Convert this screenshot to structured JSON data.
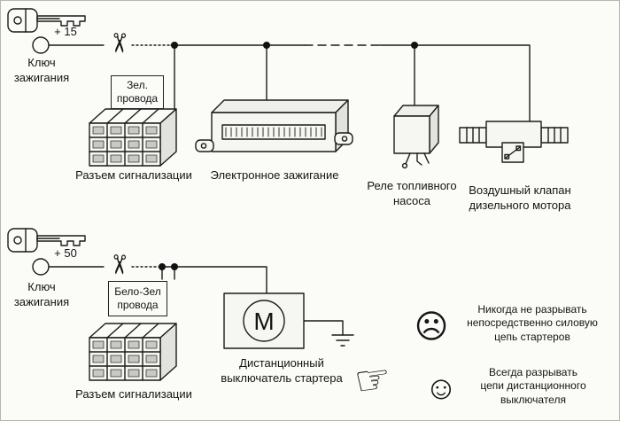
{
  "top": {
    "terminal": "+ 15",
    "key_label": "Ключ\nзажигания",
    "wire_label": "Зел.\nпровода",
    "connector_label": "Разъем сигнализации",
    "ecu_label": "Электронное зажигание",
    "relay_label": "Реле топливного\nнасоса",
    "valve_label": "Воздушный клапан\nдизельного мотора"
  },
  "bottom": {
    "terminal": "+ 50",
    "key_label": "Ключ\nзажигания",
    "wire_label": "Бело-Зел\nпровода",
    "connector_label": "Разъем сигнализации",
    "switch_label": "Дистанционный\nвыключатель стартера",
    "motor_symbol": "M",
    "dont_text": "Никогда не разрывать\nнепосредственно силовую\nцепь стартеров",
    "do_text": "Всегда разрывать\nцепи дистанционного\nвыключателя"
  },
  "icons": {
    "scissors": "✂",
    "sad_face": "☹",
    "smile_face": "☺",
    "point_hand": "☞"
  }
}
